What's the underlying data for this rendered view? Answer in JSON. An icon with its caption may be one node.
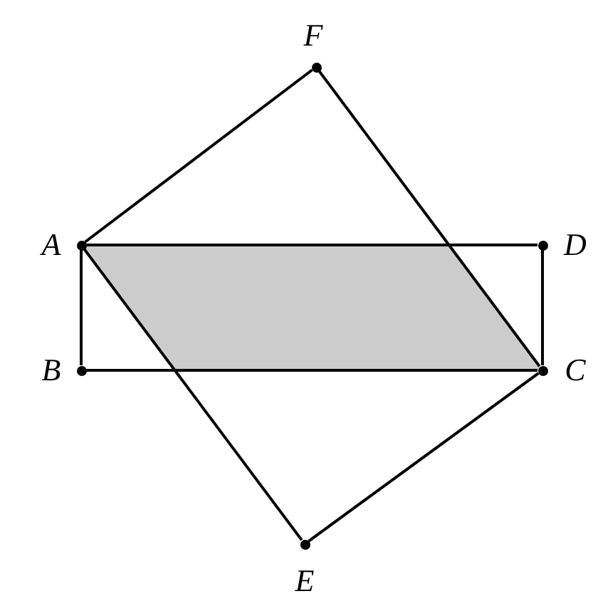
{
  "diagram": {
    "nodes": [
      {
        "text": [],
        "shape": "circle",
        "beside": [
          "F"
        ]
      },
      {
        "text": [],
        "shape": "circle",
        "beside": [
          "A"
        ]
      },
      {
        "text": [],
        "shape": "circle",
        "beside": [
          "D"
        ]
      },
      {
        "text": [],
        "shape": "circle",
        "beside": [
          "B"
        ]
      },
      {
        "text": [],
        "shape": "circle",
        "beside": [
          "C"
        ]
      },
      {
        "text": [],
        "shape": "circle",
        "beside": [
          "E"
        ]
      },
      {
        "text": [],
        "shape": "parallelogram"
      }
    ],
    "edges": [
      {
        "from": 1,
        "to": 2,
        "arrow": "none"
      },
      {
        "from": 2,
        "to": 4,
        "arrow": "none"
      },
      {
        "from": 4,
        "to": 3,
        "arrow": "none"
      },
      {
        "from": 3,
        "to": 1,
        "arrow": "none"
      },
      {
        "from": 1,
        "to": 0,
        "arrow": "none"
      },
      {
        "from": 0,
        "to": 4,
        "arrow": "none"
      },
      {
        "from": 4,
        "to": 5,
        "arrow": "none"
      },
      {
        "from": 5,
        "to": 1,
        "arrow": "none"
      }
    ]
  }
}
